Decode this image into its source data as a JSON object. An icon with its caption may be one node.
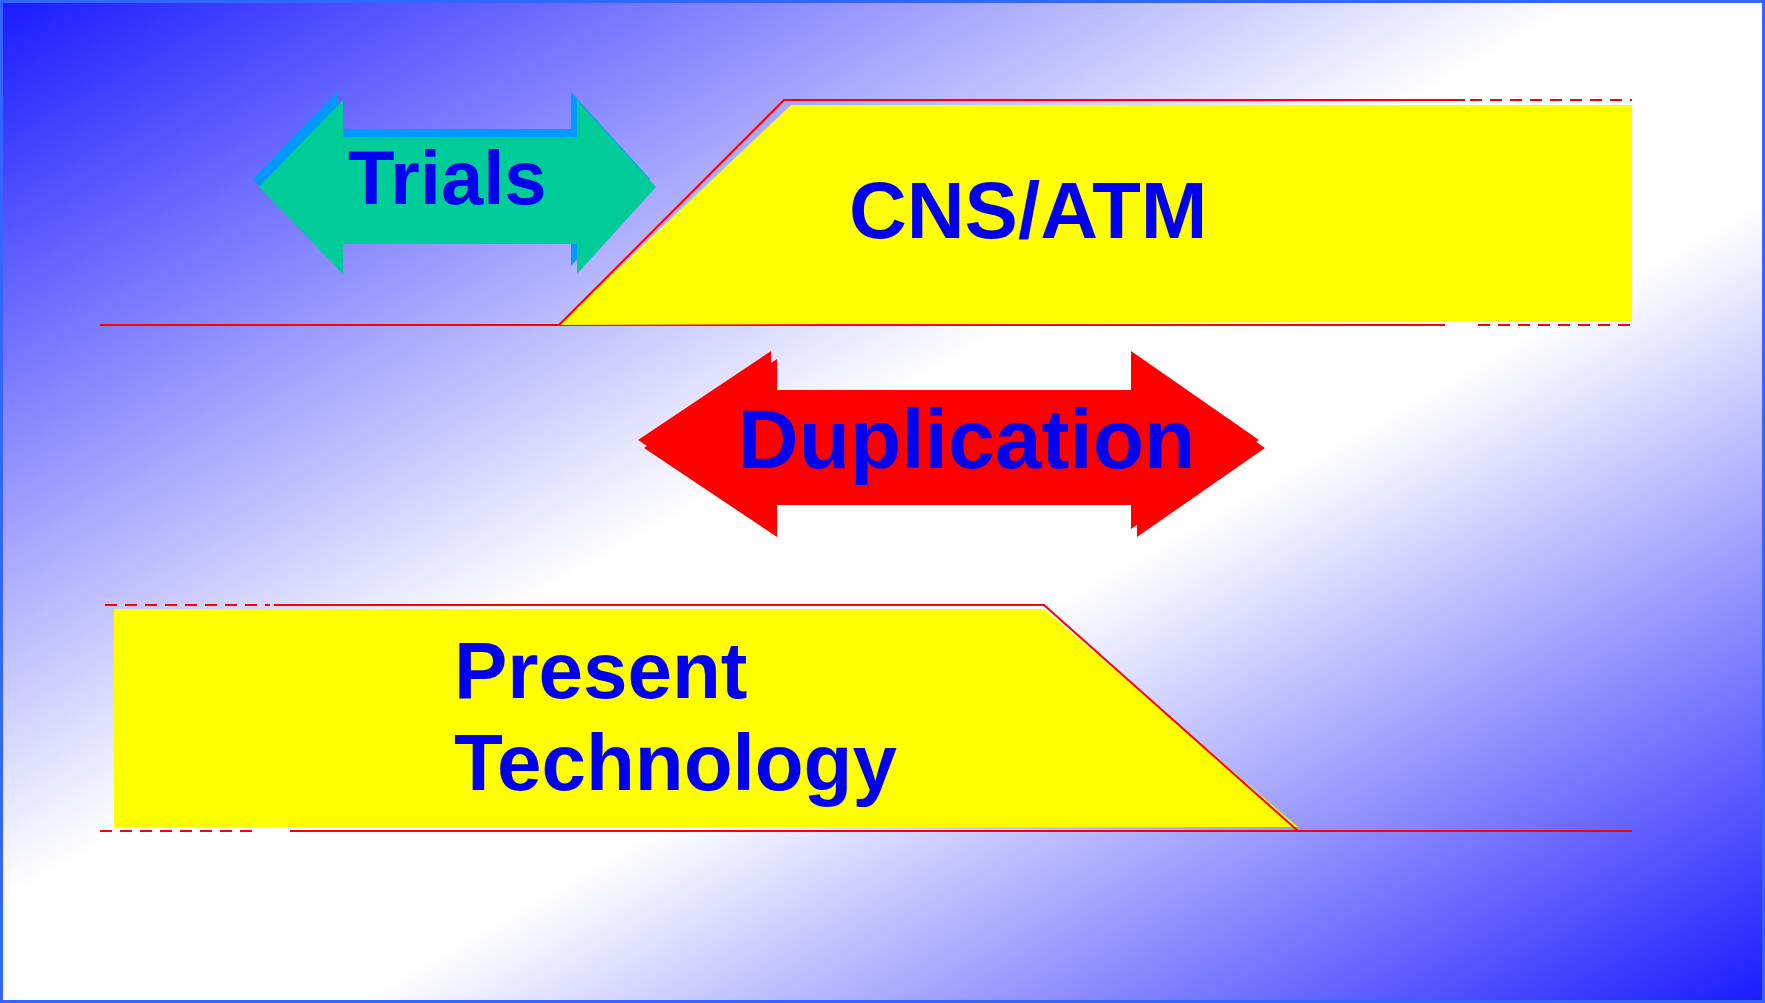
{
  "diagram": {
    "nodes": [
      {
        "text": [
          "Trials"
        ]
      },
      {
        "text": [
          "CNS/ATM"
        ]
      },
      {
        "text": [
          "Duplication"
        ]
      },
      {
        "text": [
          "Present Technology"
        ]
      }
    ]
  }
}
